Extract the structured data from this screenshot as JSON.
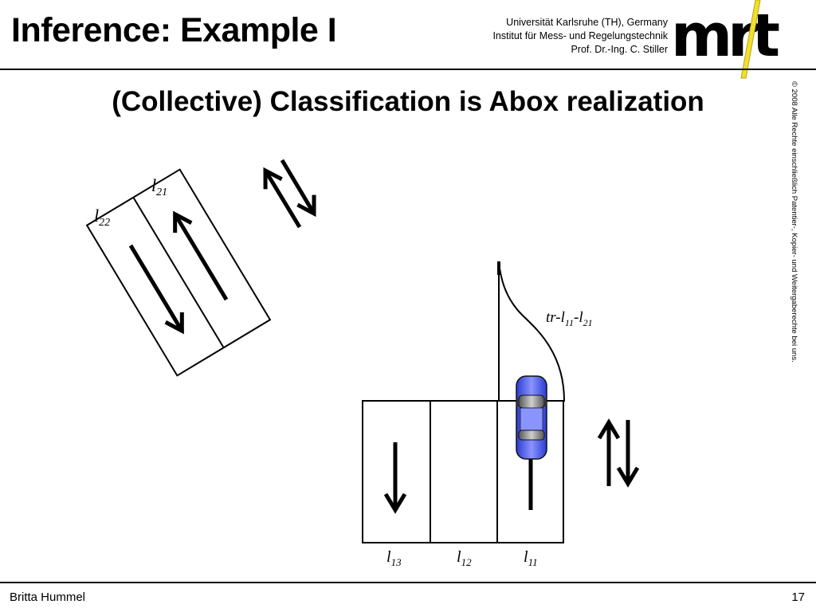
{
  "header": {
    "title": "Inference: Example I",
    "affiliation": [
      "Universität Karlsruhe (TH), Germany",
      "Institut für Mess- und Regelungstechnik",
      "Prof. Dr.-Ing. C. Stiller"
    ],
    "logo_text": "mrt"
  },
  "subtitle": "(Collective) Classification is Abox realization",
  "copyright": "© 2008 Alle Rechte einschließlich Patentier-, Kopier- und Weitergaberechte bei uns.",
  "diagram": {
    "lane_labels_rotated": [
      {
        "base": "l",
        "sub": "21"
      },
      {
        "base": "l",
        "sub": "22"
      }
    ],
    "lane_labels_bottom": [
      {
        "base": "l",
        "sub": "13"
      },
      {
        "base": "l",
        "sub": "12"
      },
      {
        "base": "l",
        "sub": "11"
      }
    ],
    "transition_label": {
      "p1": "tr-l",
      "s1": "11",
      "p2": "-l",
      "s2": "21"
    }
  },
  "footer": {
    "author": "Britta Hummel",
    "page": "17"
  }
}
